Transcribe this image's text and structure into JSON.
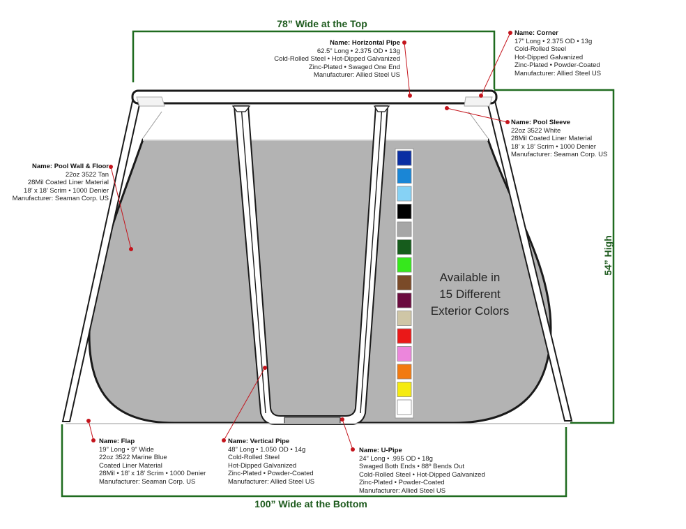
{
  "dimensions": {
    "top_width": "78” Wide at the Top",
    "bottom_width": "100” Wide at the Bottom",
    "height": "54” High"
  },
  "colors": {
    "guide_green": "#1f6b1f",
    "pointer_red": "#c4141c",
    "pool_fill": "#b3b3b3",
    "frame_stroke": "#1a1a1a"
  },
  "swatches_title": [
    "Available in",
    "15 Different",
    "Exterior Colors"
  ],
  "swatches": [
    "#0b2fa3",
    "#1a86d6",
    "#86d2f5",
    "#000000",
    "#a6a6a6",
    "#165c1c",
    "#36e81c",
    "#7a4a28",
    "#6b0b3f",
    "#cfc6a6",
    "#ea1818",
    "#ec86dc",
    "#f27a10",
    "#f5eb10",
    "#ffffff"
  ],
  "callouts": [
    {
      "id": "horizontal-pipe",
      "name": "Name: Horizontal Pipe",
      "lines": [
        "62.5” Long • 2.375 OD • 13g",
        "Cold-Rolled Steel • Hot-Dipped Galvanized",
        "Zinc-Plated • Swaged One End",
        "Manufacturer: Allied Steel US"
      ]
    },
    {
      "id": "corner",
      "name": "Name: Corner",
      "lines": [
        "17” Long • 2.375 OD • 13g",
        "Cold-Rolled Steel",
        "Hot-Dipped Galvanized",
        "Zinc-Plated • Powder-Coated",
        "Manufacturer: Allied Steel US"
      ]
    },
    {
      "id": "pool-sleeve",
      "name": "Name: Pool Sleeve",
      "lines": [
        "22oz 3522 White",
        "28Mil Coated Liner Material",
        "18’ x 18’ Scrim • 1000 Denier",
        "Manufacturer: Seaman Corp. US"
      ]
    },
    {
      "id": "pool-wall-floor",
      "name": "Name: Pool Wall & Floor",
      "lines": [
        "22oz 3522 Tan",
        "28Mil  Coated Liner Material",
        "18’ x 18’ Scrim • 1000 Denier",
        "Manufacturer: Seaman Corp. US"
      ]
    },
    {
      "id": "flap",
      "name": "Name: Flap",
      "lines": [
        "19” Long • 9” Wide",
        "22oz 3522 Marine Blue",
        "Coated Liner Material",
        "28Mil  •  18’ x 18’ Scrim • 1000 Denier",
        "Manufacturer: Seaman Corp. US"
      ]
    },
    {
      "id": "vertical-pipe",
      "name": "Name: Vertical Pipe",
      "lines": [
        "48” Long • 1.050 OD • 14g",
        "Cold-Rolled Steel",
        "Hot-Dipped Galvanized",
        "Zinc-Plated • Powder-Coated",
        "Manufacturer: Allied Steel US"
      ]
    },
    {
      "id": "u-pipe",
      "name": "Name: U-Pipe",
      "lines": [
        "24” Long • .995 OD • 18g",
        "Swaged Both Ends • 88º Bends Out",
        "Cold-Rolled Steel  • Hot-Dipped Galvanized",
        "Zinc-Plated • Powder-Coated",
        "Manufacturer: Allied Steel US"
      ]
    }
  ]
}
